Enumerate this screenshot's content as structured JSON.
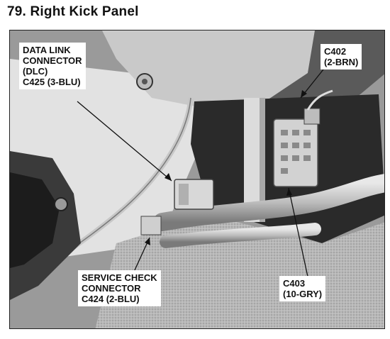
{
  "title": "79. Right Kick Panel",
  "callouts": {
    "dlc": {
      "line1": "DATA LINK",
      "line2": "CONNECTOR",
      "line3": "(DLC)",
      "line4": "C425 (3-BLU)"
    },
    "c402": {
      "line1": "C402",
      "line2": "(2-BRN)"
    },
    "service_check": {
      "line1": "SERVICE CHECK",
      "line2": "CONNECTOR",
      "line3": "C424 (2-BLU)"
    },
    "c403": {
      "line1": "C403",
      "line2": "(10-GRY)"
    }
  }
}
